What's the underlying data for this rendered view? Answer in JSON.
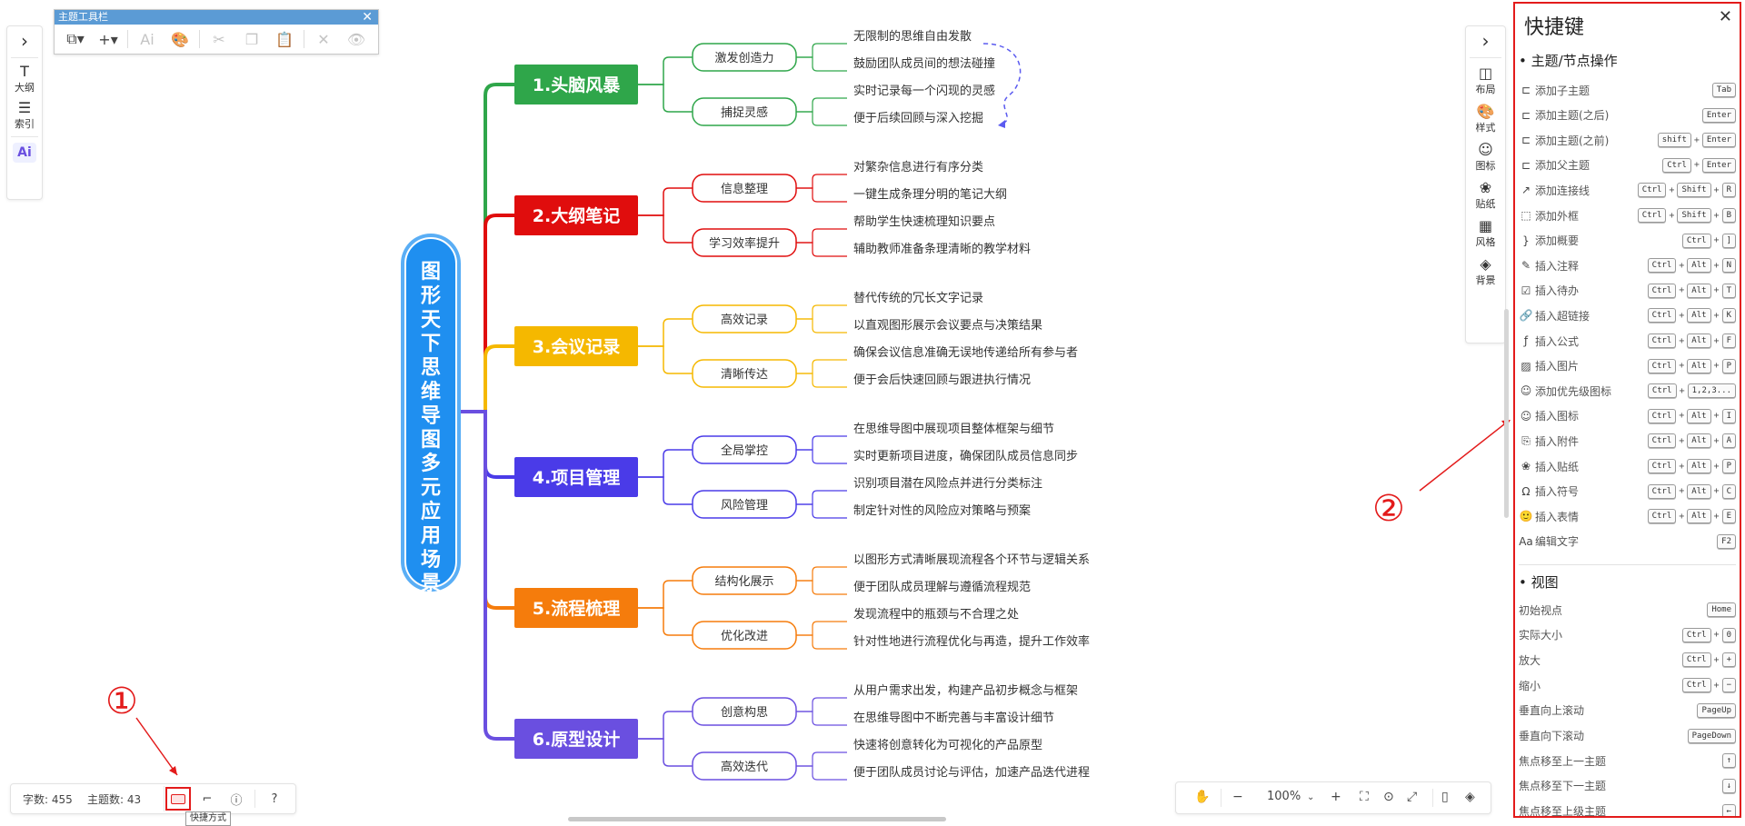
{
  "topic_toolbar": {
    "title": "主题工具栏",
    "close": "✕",
    "buttons": [
      {
        "name": "add-topic-icon",
        "glyph": "⧉▾",
        "disabled": false
      },
      {
        "name": "plus-icon",
        "glyph": "+▾",
        "disabled": false
      },
      {
        "name": "ai-icon",
        "glyph": "Ai",
        "disabled": true
      },
      {
        "name": "palette-icon",
        "glyph": "🎨",
        "disabled": true
      },
      {
        "name": "scissors-icon",
        "glyph": "✂",
        "disabled": true
      },
      {
        "name": "copy-icon",
        "glyph": "❐",
        "disabled": true
      },
      {
        "name": "paste-icon",
        "glyph": "📋",
        "disabled": false
      },
      {
        "name": "delete-icon",
        "glyph": "✕",
        "disabled": true
      },
      {
        "name": "eye-icon",
        "glyph": "👁",
        "disabled": true
      }
    ]
  },
  "left_panel": {
    "toggle": "›",
    "items": [
      {
        "label": "大纲",
        "icon": "outline-icon",
        "glyph": "T"
      },
      {
        "label": "索引",
        "icon": "index-icon",
        "glyph": "☰"
      }
    ],
    "ai": "Ai"
  },
  "right_panel": {
    "toggle": "›",
    "items": [
      {
        "label": "布局",
        "icon": "layout-icon",
        "glyph": "◫"
      },
      {
        "label": "样式",
        "icon": "style-icon",
        "glyph": "🎨"
      },
      {
        "label": "图标",
        "icon": "emoji-icon",
        "glyph": "☺"
      },
      {
        "label": "贴纸",
        "icon": "sticker-icon",
        "glyph": "❀"
      },
      {
        "label": "风格",
        "icon": "theme-icon",
        "glyph": "▦"
      },
      {
        "label": "背景",
        "icon": "background-icon",
        "glyph": "◈"
      }
    ]
  },
  "mindmap": {
    "root": "图形天下思维导图多元应用场景",
    "branches": [
      {
        "title": "1.头脑风暴",
        "color": "#2fa64a",
        "subs": [
          {
            "label": "激发创造力",
            "leaves": [
              "无限制的思维自由发散",
              "鼓励团队成员间的想法碰撞"
            ]
          },
          {
            "label": "捕捉灵感",
            "leaves": [
              "实时记录每一个闪现的灵感",
              "便于后续回顾与深入挖掘"
            ]
          }
        ]
      },
      {
        "title": "2.大纲笔记",
        "color": "#e00d0d",
        "subs": [
          {
            "label": "信息整理",
            "leaves": [
              "对繁杂信息进行有序分类",
              "一键生成条理分明的笔记大纲"
            ]
          },
          {
            "label": "学习效率提升",
            "leaves": [
              "帮助学生快速梳理知识要点",
              "辅助教师准备条理清晰的教学材料"
            ]
          }
        ]
      },
      {
        "title": "3.会议记录",
        "color": "#f5b800",
        "subs": [
          {
            "label": "高效记录",
            "leaves": [
              "替代传统的冗长文字记录",
              "以直观图形展示会议要点与决策结果"
            ]
          },
          {
            "label": "清晰传达",
            "leaves": [
              "确保会议信息准确无误地传递给所有参与者",
              "便于会后快速回顾与跟进执行情况"
            ]
          }
        ]
      },
      {
        "title": "4.项目管理",
        "color": "#4a3be8",
        "subs": [
          {
            "label": "全局掌控",
            "leaves": [
              "在思维导图中展现项目整体框架与细节",
              "实时更新项目进度，确保团队成员信息同步"
            ]
          },
          {
            "label": "风险管理",
            "leaves": [
              "识别项目潜在风险点并进行分类标注",
              "制定针对性的风险应对策略与预案"
            ]
          }
        ]
      },
      {
        "title": "5.流程梳理",
        "color": "#f57c0c",
        "subs": [
          {
            "label": "结构化展示",
            "leaves": [
              "以图形方式清晰展现流程各个环节与逻辑关系",
              "便于团队成员理解与遵循流程规范"
            ]
          },
          {
            "label": "优化改进",
            "leaves": [
              "发现流程中的瓶颈与不合理之处",
              "针对性地进行流程优化与再造，提升工作效率"
            ]
          }
        ]
      },
      {
        "title": "6.原型设计",
        "color": "#6a4fe0",
        "subs": [
          {
            "label": "创意构思",
            "leaves": [
              "从用户需求出发，构建产品初步概念与框架",
              "在思维导图中不断完善与丰富设计细节"
            ]
          },
          {
            "label": "高效迭代",
            "leaves": [
              "快速将创意转化为可视化的产品原型",
              "便于团队成员讨论与评估，加速产品迭代进程"
            ]
          }
        ]
      }
    ]
  },
  "annotations": {
    "marker1": "①",
    "marker2": "②",
    "accent": "#e31b1b"
  },
  "status_bar": {
    "word_count": "字数: 455",
    "topic_count": "主题数: 43",
    "tooltip": "快捷方式"
  },
  "zoom_bar": {
    "zoom": "100%",
    "minus": "−",
    "plus": "+"
  },
  "shortcuts": {
    "title": "快捷键",
    "close": "✕",
    "section1": "主题/节点操作",
    "topic_ops": [
      {
        "icon": "subtopic-icon",
        "glyph": "⊏",
        "label": "添加子主题",
        "keys": [
          "Tab"
        ]
      },
      {
        "icon": "topic-after-icon",
        "glyph": "⊏",
        "label": "添加主题(之后)",
        "keys": [
          "Enter"
        ]
      },
      {
        "icon": "topic-before-icon",
        "glyph": "⊏",
        "label": "添加主题(之前)",
        "keys": [
          "shift",
          "Enter"
        ]
      },
      {
        "icon": "parent-topic-icon",
        "glyph": "⊏",
        "label": "添加父主题",
        "keys": [
          "Ctrl",
          "Enter"
        ]
      },
      {
        "icon": "connector-icon",
        "glyph": "↗",
        "label": "添加连接线",
        "keys": [
          "Ctrl",
          "Shift",
          "R"
        ]
      },
      {
        "icon": "boundary-icon",
        "glyph": "⬚",
        "label": "添加外框",
        "keys": [
          "Ctrl",
          "Shift",
          "B"
        ]
      },
      {
        "icon": "summary-icon",
        "glyph": "}",
        "label": "添加概要",
        "keys": [
          "Ctrl",
          "]"
        ]
      },
      {
        "icon": "note-icon",
        "glyph": "✎",
        "label": "插入注释",
        "keys": [
          "Ctrl",
          "Alt",
          "N"
        ]
      },
      {
        "icon": "todo-icon",
        "glyph": "☑",
        "label": "插入待办",
        "keys": [
          "Ctrl",
          "Alt",
          "T"
        ]
      },
      {
        "icon": "link-icon",
        "glyph": "🔗",
        "label": "插入超链接",
        "keys": [
          "Ctrl",
          "Alt",
          "K"
        ]
      },
      {
        "icon": "formula-icon",
        "glyph": "ƒ",
        "label": "插入公式",
        "keys": [
          "Ctrl",
          "Alt",
          "F"
        ]
      },
      {
        "icon": "image-icon",
        "glyph": "▨",
        "label": "插入图片",
        "keys": [
          "Ctrl",
          "Alt",
          "P"
        ]
      },
      {
        "icon": "priority-icon",
        "glyph": "☺",
        "label": "添加优先级图标",
        "keys": [
          "Ctrl",
          "1,2,3..."
        ]
      },
      {
        "icon": "insert-icon-icon",
        "glyph": "☺",
        "label": "插入图标",
        "keys": [
          "Ctrl",
          "Alt",
          "I"
        ]
      },
      {
        "icon": "attachment-icon",
        "glyph": "⎘",
        "label": "插入附件",
        "keys": [
          "Ctrl",
          "Alt",
          "A"
        ]
      },
      {
        "icon": "sticker-icon",
        "glyph": "❀",
        "label": "插入贴纸",
        "keys": [
          "Ctrl",
          "Alt",
          "P"
        ]
      },
      {
        "icon": "symbol-icon",
        "glyph": "Ω",
        "label": "插入符号",
        "keys": [
          "Ctrl",
          "Alt",
          "C"
        ]
      },
      {
        "icon": "emoji-icon",
        "glyph": "🙂",
        "label": "插入表情",
        "keys": [
          "Ctrl",
          "Alt",
          "E"
        ]
      },
      {
        "icon": "text-edit-icon",
        "glyph": "Aa",
        "label": "编辑文字",
        "keys": [
          "F2"
        ]
      }
    ],
    "section2": "视图",
    "view_ops": [
      {
        "label": "初始视点",
        "keys": [
          "Home"
        ]
      },
      {
        "label": "实际大小",
        "keys": [
          "Ctrl",
          "0"
        ]
      },
      {
        "label": "放大",
        "keys": [
          "Ctrl",
          "+"
        ]
      },
      {
        "label": "缩小",
        "keys": [
          "Ctrl",
          "−"
        ]
      },
      {
        "label": "垂直向上滚动",
        "keys": [
          "PageUp"
        ]
      },
      {
        "label": "垂直向下滚动",
        "keys": [
          "PageDown"
        ]
      },
      {
        "label": "焦点移至上一主题",
        "keys": [
          "↑"
        ]
      },
      {
        "label": "焦点移至下一主题",
        "keys": [
          "↓"
        ]
      },
      {
        "label": "焦点移至上级主题",
        "keys": [
          "←"
        ]
      }
    ]
  }
}
